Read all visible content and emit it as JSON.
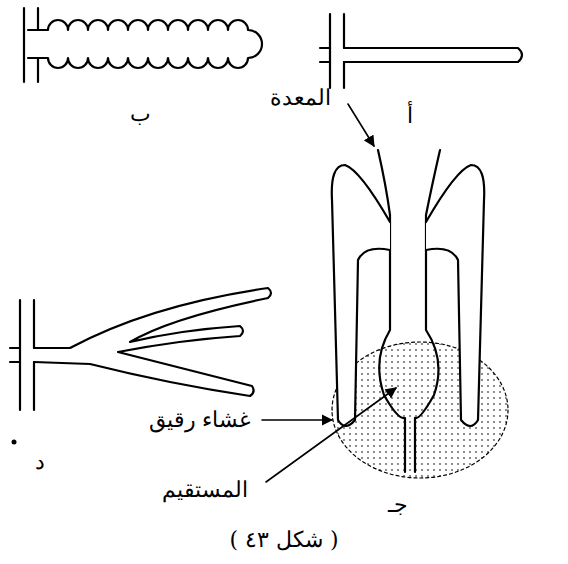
{
  "diagram": {
    "caption": "( شكل ٤٣ )",
    "labels": [
      "ب",
      "أ",
      "المعدة",
      "د",
      "غشاء رقيق",
      "المستقيم",
      "جـ"
    ]
  }
}
